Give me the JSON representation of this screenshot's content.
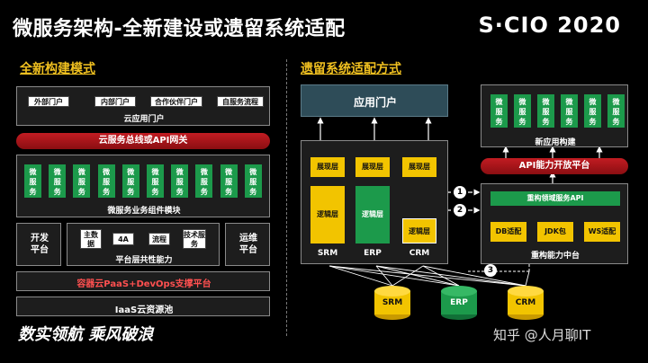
{
  "title": "微服务架构-全新建设或遗留系统适配",
  "logo": "S·CIO 2020",
  "left": {
    "section_title": "全新构建模式",
    "portals": [
      "外部门户",
      "内部门户",
      "合作伙伴门户",
      "自服务流程"
    ],
    "portal_label": "云应用门户",
    "bus_label": "云服务总线或API网关",
    "chip_label": "微服务",
    "chip_count": 10,
    "components_label": "微服务业务组件模块",
    "dev_platform": "开发平台",
    "ops_platform": "运维平台",
    "shared": [
      "主数据",
      "4A",
      "流程",
      "技术服务"
    ],
    "shared_label": "平台层共性能力",
    "paas_label": "容器云PaaS+DevOps支撑平台",
    "iaas_label": "IaaS云资源池"
  },
  "right": {
    "section_title": "遗留系统适配方式",
    "app_portal": "应用门户",
    "layers": {
      "display": "展现层",
      "logic": "逻辑层"
    },
    "systems": [
      "SRM",
      "ERP",
      "CRM"
    ],
    "new_app_label": "新应用构建",
    "api_bar": "API能力开放平台",
    "refactor_api": "重构领域服务API",
    "db_adapter": "DB适配",
    "jdk": "JDK包",
    "ws_adapter": "WS适配",
    "middle_platform": "重构能力中台",
    "markers": [
      "1",
      "2",
      "3"
    ],
    "databases": [
      "SRM",
      "ERP",
      "CRM"
    ]
  },
  "footer": {
    "slogan": "数实领航 乘风破浪",
    "watermark": "知乎 @人月聊IT"
  },
  "colors": {
    "accent_yellow": "#f0c020",
    "service_green": "#1c9a4b",
    "bus_red": "#c21c22",
    "legacy_yellow": "#f2c400",
    "portal_teal": "#2e4c58"
  }
}
